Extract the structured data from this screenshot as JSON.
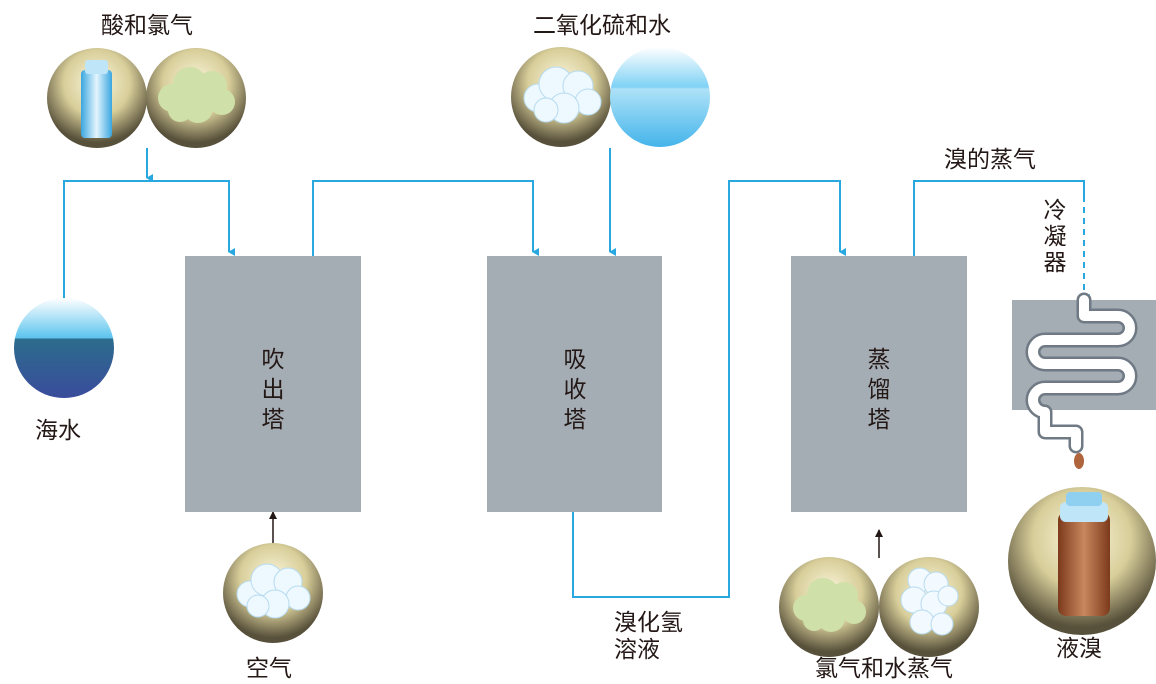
{
  "inputs": {
    "acid_chlorine": "酸和氯气",
    "so2_water": "二氧化硫和水",
    "seawater": "海水",
    "air": "空气",
    "chlorine_steam": "氯气和水蒸气"
  },
  "towers": {
    "blowout": "吹出塔",
    "absorption": "吸收塔",
    "distillation": "蒸馏塔"
  },
  "streams": {
    "hbr_solution_line1": "溴化氢",
    "hbr_solution_line2": "溶液",
    "bromine_vapor": "溴的蒸气"
  },
  "condenser": {
    "label": "冷凝器"
  },
  "product": {
    "liquid_bromine": "液溴"
  },
  "colors": {
    "flow_line": "#29a8e0",
    "tower": "#a4acb4",
    "label_text": "#231815",
    "bromine": "#b0643c",
    "chlorine_cloud": "#cfe0a8",
    "sea_top": "#5cc4ee",
    "sea_bottom": "#3a4c9c"
  }
}
